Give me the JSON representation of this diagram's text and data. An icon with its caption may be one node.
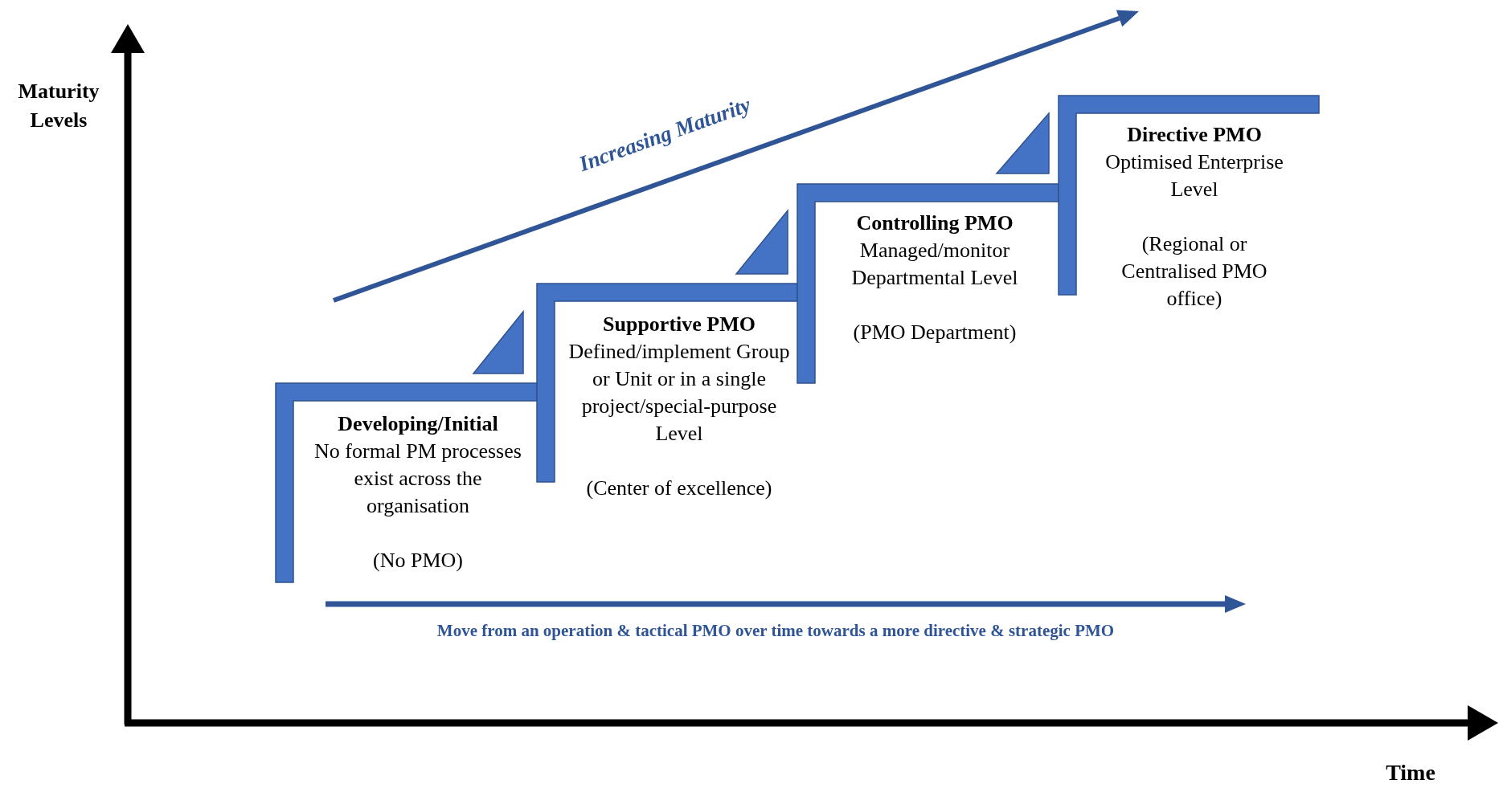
{
  "diagram": {
    "nodes": [
      {
        "text": [
          "Developing/Initial",
          "No formal PM processes exist across the organisation",
          "(No PMO)"
        ]
      },
      {
        "text": [
          "Supportive PMO",
          "Defined/implement Group or Unit or in a single project/special-purpose Level",
          "(Center of excellence)"
        ]
      },
      {
        "text": [
          "Controlling PMO",
          "Managed/monitor Departmental Level",
          "(PMO Department)"
        ]
      },
      {
        "text": [
          "Directive PMO",
          "Optimised Enterprise Level",
          "(Regional or Centralised PMO office)"
        ]
      }
    ],
    "edges": [],
    "labels": [
      "Maturity Levels",
      "Increasing Maturity",
      "Move from an operation & tactical PMO over time towards a more directive & strategic PMO",
      "Time"
    ]
  }
}
